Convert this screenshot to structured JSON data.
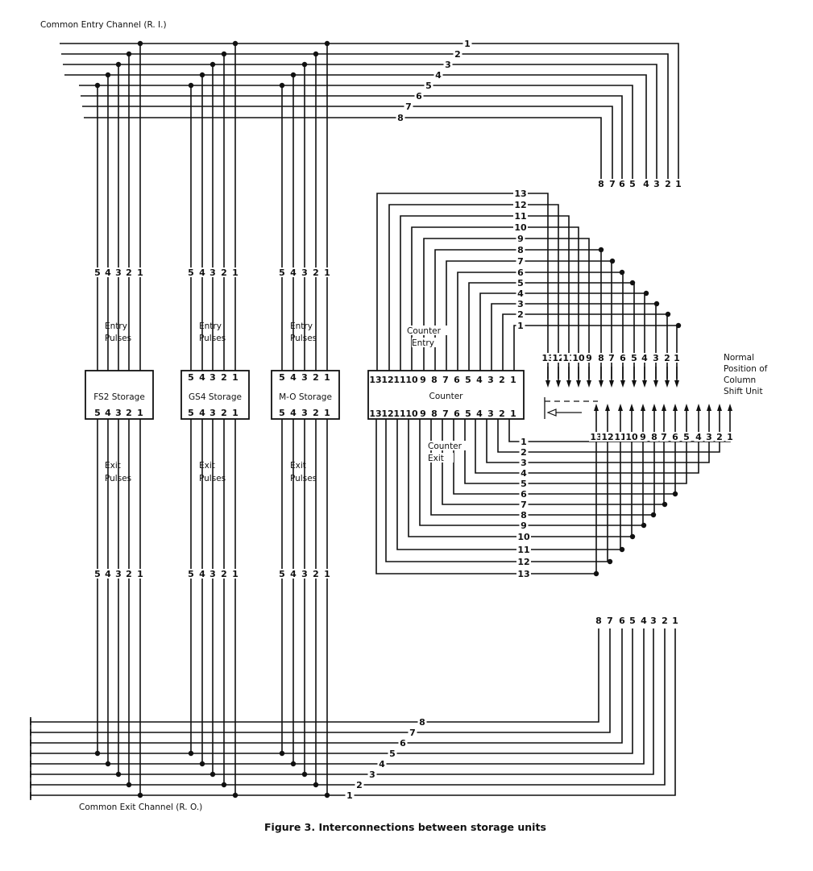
{
  "title_entry": "Common Entry Channel (R. I.)",
  "title_exit": "Common Exit Channel (R. O.)",
  "caption": "Figure 3.   Interconnections between storage units",
  "storage_units": [
    {
      "name": "FS2 Storage",
      "entry_label": [
        "Entry",
        "Pulses"
      ],
      "exit_label": [
        "Exit",
        "Pulses"
      ],
      "pins": [
        "5",
        "4",
        "3",
        "2",
        "1"
      ],
      "top_pins_in_box": false
    },
    {
      "name": "GS4 Storage",
      "entry_label": [
        "Entry",
        "Pulses"
      ],
      "exit_label": [
        "Exit",
        "Pulses"
      ],
      "pins": [
        "5",
        "4",
        "3",
        "2",
        "1"
      ],
      "top_pins_in_box": true
    },
    {
      "name": "M-O Storage",
      "entry_label": [
        "Entry",
        "Pulses"
      ],
      "exit_label": [
        "Exit",
        "Pulses"
      ],
      "pins": [
        "5",
        "4",
        "3",
        "2",
        "1"
      ],
      "top_pins_in_box": true
    }
  ],
  "counter": {
    "name": "Counter",
    "pins": [
      "13",
      "12",
      "11",
      "10",
      "9",
      "8",
      "7",
      "6",
      "5",
      "4",
      "3",
      "2",
      "1"
    ],
    "entry_label": [
      "Counter",
      "Entry"
    ],
    "exit_label": [
      "Counter",
      "Exit"
    ]
  },
  "entry_channel_lines": [
    "1",
    "2",
    "3",
    "4",
    "5",
    "6",
    "7",
    "8"
  ],
  "exit_channel_lines": [
    "8",
    "7",
    "6",
    "5",
    "4",
    "3",
    "2",
    "1"
  ],
  "counter_entry_lines": [
    "13",
    "12",
    "11",
    "10",
    "9",
    "8",
    "7",
    "6",
    "5",
    "4",
    "3",
    "2",
    "1"
  ],
  "counter_exit_lines": [
    "1",
    "2",
    "3",
    "4",
    "5",
    "6",
    "7",
    "8",
    "9",
    "10",
    "11",
    "12",
    "13"
  ],
  "shift_unit": {
    "label": [
      "Normal",
      "Position of",
      "Column",
      "Shift Unit"
    ],
    "input_pins": [
      "13",
      "12",
      "11",
      "10",
      "9",
      "8",
      "7",
      "6",
      "5",
      "4",
      "3",
      "2",
      "1"
    ],
    "output_pins": [
      "13",
      "12",
      "11",
      "10",
      "9",
      "8",
      "7",
      "6",
      "5",
      "4",
      "3",
      "2",
      "1"
    ]
  },
  "entry_drop_pins": [
    "8",
    "7",
    "6",
    "5",
    "4",
    "3",
    "2",
    "1"
  ],
  "exit_rise_pins": [
    "8",
    "7",
    "6",
    "5",
    "4",
    "3",
    "2",
    "1"
  ]
}
